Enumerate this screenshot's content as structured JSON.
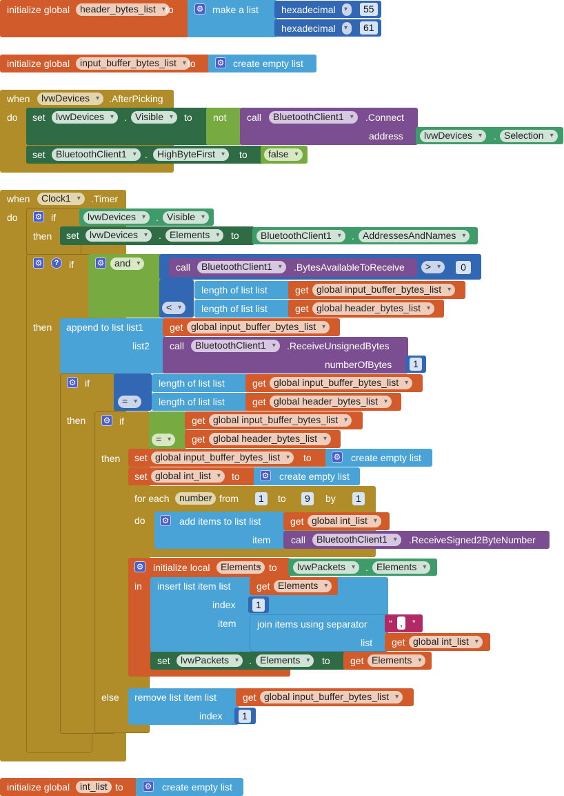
{
  "blocks": {
    "header_init": {
      "prefix": "initialize global",
      "var": "header_bytes_list",
      "to": "to",
      "make": "make a list",
      "hex1": "hexadecimal",
      "v1": "55",
      "hex2": "hexadecimal",
      "v2": "61"
    },
    "inbuf_init": {
      "prefix": "initialize global",
      "var": "input_buffer_bytes_list",
      "to": "to",
      "empty": "create empty list"
    },
    "after_picking": {
      "when": "when",
      "component": "lvwDevices",
      "event": ".AfterPicking",
      "do": "do",
      "set1": "set",
      "set1_comp": "lvwDevices",
      "set1_dot": ".",
      "set1_prop": "Visible",
      "set1_to": "to",
      "not": "not",
      "call": "call",
      "call_comp": "BluetoothClient1",
      "call_method": ".Connect",
      "address": "address",
      "addr_comp": "lvwDevices",
      "addr_dot": ".",
      "addr_prop": "Selection",
      "set2": "set",
      "set2_comp": "BluetoothClient1",
      "set2_dot": ".",
      "set2_prop": "HighByteFirst",
      "set2_to": "to",
      "false": "false"
    },
    "timer": {
      "when": "when",
      "component": "Clock1",
      "event": ".Timer",
      "do": "do",
      "if1": "if",
      "if1_comp": "lvwDevices",
      "if1_dot": ".",
      "if1_prop": "Visible",
      "then1": "then",
      "set_el": "set",
      "set_el_comp": "lvwDevices",
      "set_el_dot": ".",
      "set_el_prop": "Elements",
      "set_el_to": "to",
      "bt_comp": "BluetoothClient1",
      "bt_dot": ".",
      "bt_prop": "AddressesAndNames",
      "q": "?",
      "if2": "if",
      "and": "and",
      "call_bytes": "call",
      "bytes_comp": "BluetoothClient1",
      "bytes_method": ".BytesAvailableToReceive",
      "gt": ">",
      "zero": "0",
      "len1": "length of list  list",
      "len1_get": "get",
      "len1_var": "global input_buffer_bytes_list",
      "lt": "<",
      "len2": "length of list  list",
      "len2_get": "get",
      "len2_var": "global header_bytes_list",
      "then2": "then",
      "append": "append to list  list1",
      "app_get": "get",
      "app_var": "global input_buffer_bytes_list",
      "list2": "list2",
      "recv_call": "call",
      "recv_comp": "BluetoothClient1",
      "recv_method": ".ReceiveUnsignedBytes",
      "nbytes": "numberOfBytes",
      "nbytes_v": "1",
      "if3": "if",
      "len3": "length of list  list",
      "len3_get": "get",
      "len3_var": "global input_buffer_bytes_list",
      "eq1": "=",
      "len4": "length of list  list",
      "len4_get": "get",
      "len4_var": "global header_bytes_list",
      "then3": "then",
      "if4": "if",
      "g1_get": "get",
      "g1_var": "global input_buffer_bytes_list",
      "eq2": "=",
      "g2_get": "get",
      "g2_var": "global header_bytes_list",
      "then4": "then",
      "s1": "set",
      "s1_var": "global input_buffer_bytes_list",
      "s1_to": "to",
      "s1_empty": "create empty list",
      "s2": "set",
      "s2_var": "global int_list",
      "s2_to": "to",
      "s2_empty": "create empty list",
      "for": "for each",
      "for_var": "number",
      "from": "from",
      "from_v": "1",
      "fto": "to",
      "to_v": "9",
      "by": "by",
      "by_v": "1",
      "do2": "do",
      "additems": "add items to list   list",
      "add_get": "get",
      "add_var": "global int_list",
      "item": "item",
      "item_call": "call",
      "item_comp": "BluetoothClient1",
      "item_method": ".ReceiveSigned2ByteNumber",
      "init_local": "initialize local",
      "local_var": "Elements",
      "local_to": "to",
      "lp_comp": "lvwPackets",
      "lp_dot": ".",
      "lp_prop": "Elements",
      "in": "in",
      "insert": "insert list item  list",
      "ins_get": "get",
      "ins_var": "Elements",
      "index": "index",
      "index_v": "1",
      "item2": "item",
      "join": "join items using separator",
      "sep": " , ",
      "list3": "list",
      "list3_get": "get",
      "list3_var": "global int_list",
      "set_lp": "set",
      "set_lp_comp": "lvwPackets",
      "set_lp_dot": ".",
      "set_lp_prop": "Elements",
      "set_lp_to": "to",
      "set_lp_get": "get",
      "set_lp_var": "Elements",
      "else": "else",
      "remove": "remove list item  list",
      "rm_get": "get",
      "rm_var": "global input_buffer_bytes_list",
      "rm_index": "index",
      "rm_index_v": "1"
    },
    "intlist_init": {
      "prefix": "initialize global",
      "var": "int_list",
      "to": "to",
      "empty": "create empty list"
    }
  },
  "gear_icon": "⚙"
}
